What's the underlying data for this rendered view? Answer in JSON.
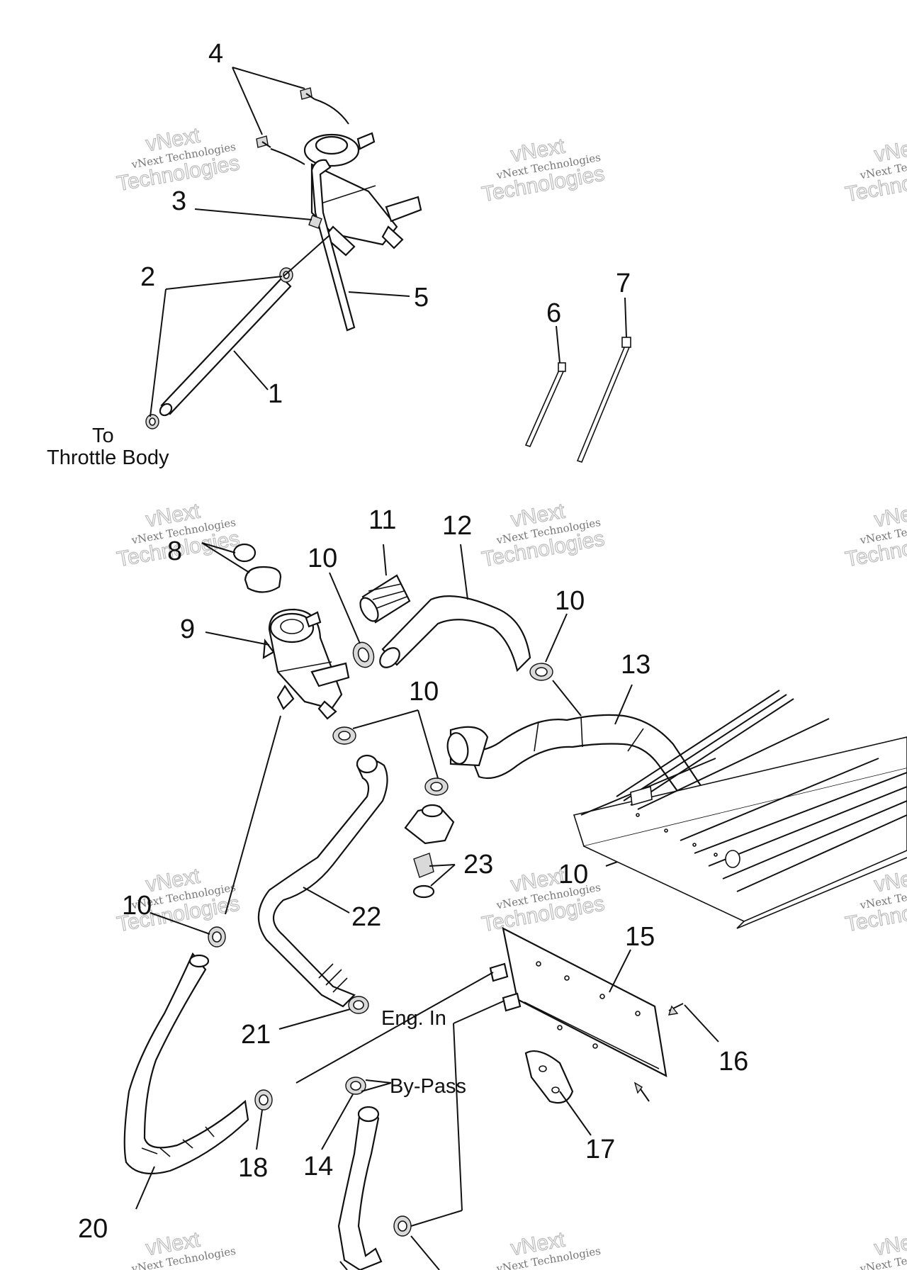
{
  "diagram": {
    "callouts": [
      "1",
      "2",
      "3",
      "4",
      "5",
      "6",
      "7",
      "8",
      "9",
      "10",
      "11",
      "12",
      "13",
      "14",
      "15",
      "16",
      "17",
      "18",
      "20",
      "21",
      "22",
      "23"
    ],
    "annotations": {
      "to": "To",
      "throttle_body": "Throttle Body",
      "eng_in": "Eng. In",
      "by_pass": "By-Pass"
    },
    "watermark": {
      "line1": "vNext Technologies",
      "line2": "vNext",
      "line3": "Technologies"
    }
  }
}
